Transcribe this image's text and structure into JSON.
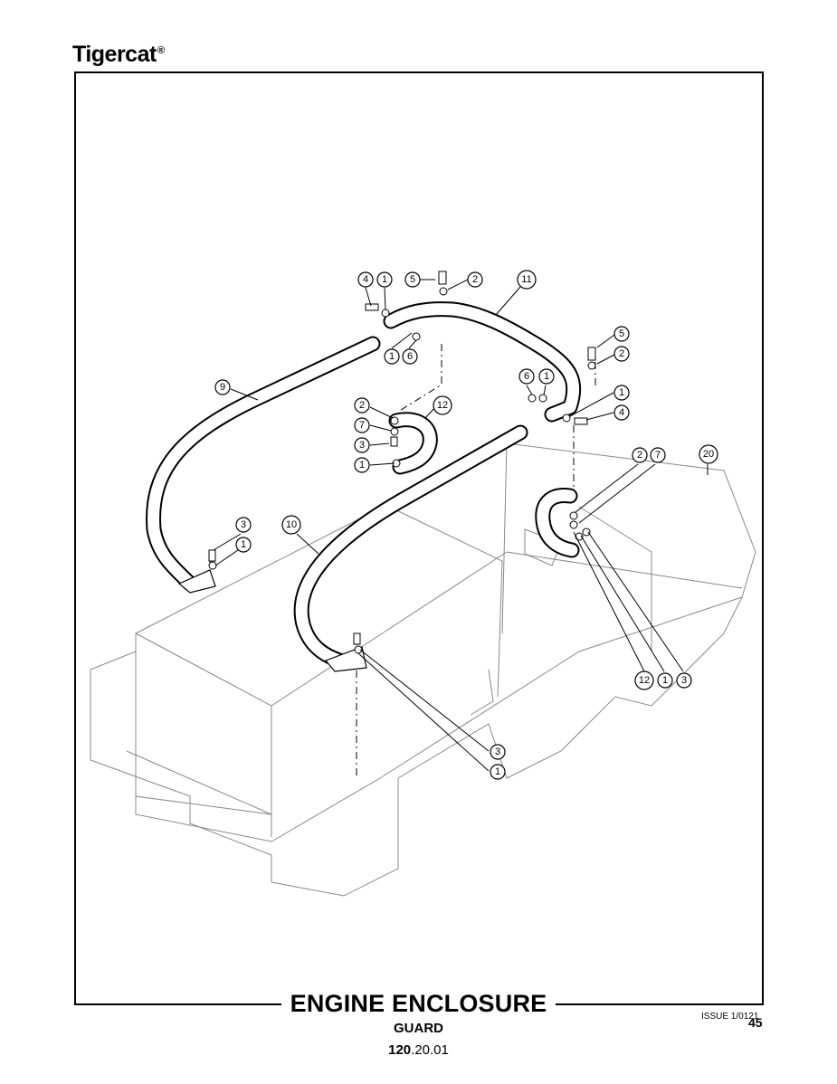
{
  "brand": {
    "name": "Tigercat",
    "mark": "®"
  },
  "title": "ENGINE ENCLOSURE",
  "subtitle": "GUARD",
  "section": {
    "bold": "120",
    "rest": ".20.01"
  },
  "issue": "ISSUE 1/0121",
  "page_number": "45",
  "callouts": {
    "c1": "4",
    "c2": "1",
    "c3": "5",
    "c4": "2",
    "c5": "11",
    "c6": "1",
    "c7": "6",
    "c8": "5",
    "c9": "2",
    "c10": "9",
    "c11": "6",
    "c12": "1",
    "c13": "1",
    "c14": "4",
    "c15": "2",
    "c16": "12",
    "c17": "7",
    "c18": "3",
    "c19": "1",
    "c20": "2",
    "c21": "7",
    "c22": "20",
    "c23": "3",
    "c24": "1",
    "c25": "10",
    "c26": "12",
    "c27": "1",
    "c28": "3",
    "c29": "3",
    "c30": "1"
  }
}
